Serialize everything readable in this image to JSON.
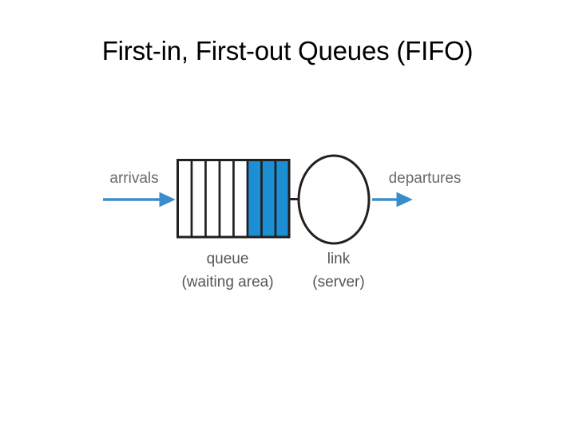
{
  "slide": {
    "title": "First-in, First-out Queues (FIFO)",
    "background_color": "#FFFFFF",
    "title_color": "#000000"
  },
  "diagram": {
    "name": "fifo-queue-diagram",
    "colors": {
      "occupied_cell": "#1C8FD4",
      "empty_cell": "#FFFFFF",
      "stroke": "#231F20",
      "arrow": "#3A8DC8",
      "label": "#6A6A6A"
    },
    "arrivals": {
      "label": "arrivals",
      "arrow_direction": "right"
    },
    "departures": {
      "label": "departures",
      "arrow_direction": "right"
    },
    "queue": {
      "label_line1": "queue",
      "label_line2": "(waiting area)",
      "total_cells": 8,
      "occupied_cells": 3,
      "empty_cells": 5,
      "cells": [
        {
          "index": 1,
          "state": "empty"
        },
        {
          "index": 2,
          "state": "empty"
        },
        {
          "index": 3,
          "state": "empty"
        },
        {
          "index": 4,
          "state": "empty"
        },
        {
          "index": 5,
          "state": "empty"
        },
        {
          "index": 6,
          "state": "occupied"
        },
        {
          "index": 7,
          "state": "occupied"
        },
        {
          "index": 8,
          "state": "occupied"
        }
      ]
    },
    "link": {
      "label_line1": "link",
      "label_line2": "(server)",
      "shape": "ellipse"
    }
  }
}
